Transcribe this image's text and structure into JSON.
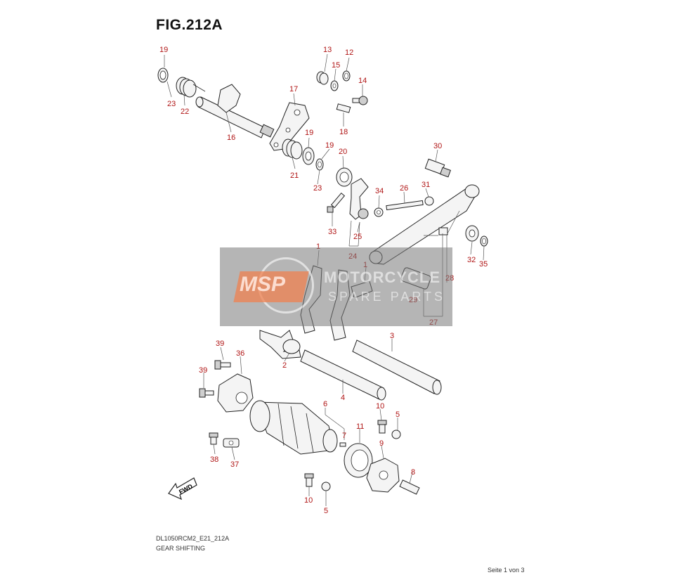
{
  "figure": {
    "title": "FIG.212A",
    "code": "DL1050RCM2_E21_212A",
    "caption": "GEAR SHIFTING",
    "page": "Seite 1 von 3"
  },
  "watermark": {
    "logo_text": "MSP",
    "line1": "MOTORCYCLE",
    "line2": "SPARE PARTS"
  },
  "fwd_label": "FWD",
  "callouts": [
    {
      "id": "c19a",
      "label": "19"
    },
    {
      "id": "c23a",
      "label": "23"
    },
    {
      "id": "c22",
      "label": "22"
    },
    {
      "id": "c16",
      "label": "16"
    },
    {
      "id": "c13",
      "label": "13"
    },
    {
      "id": "c15",
      "label": "15"
    },
    {
      "id": "c12",
      "label": "12"
    },
    {
      "id": "c14",
      "label": "14"
    },
    {
      "id": "c18",
      "label": "18"
    },
    {
      "id": "c17",
      "label": "17"
    },
    {
      "id": "c19b",
      "label": "19"
    },
    {
      "id": "c19c",
      "label": "19"
    },
    {
      "id": "c20",
      "label": "20"
    },
    {
      "id": "c21",
      "label": "21"
    },
    {
      "id": "c23b",
      "label": "23"
    },
    {
      "id": "c30",
      "label": "30"
    },
    {
      "id": "c34",
      "label": "34"
    },
    {
      "id": "c26",
      "label": "26"
    },
    {
      "id": "c31",
      "label": "31"
    },
    {
      "id": "c33",
      "label": "33"
    },
    {
      "id": "c25",
      "label": "25"
    },
    {
      "id": "c24",
      "label": "24"
    },
    {
      "id": "c32",
      "label": "32"
    },
    {
      "id": "c35",
      "label": "35"
    },
    {
      "id": "c28",
      "label": "28"
    },
    {
      "id": "c29",
      "label": "29"
    },
    {
      "id": "c27",
      "label": "27"
    },
    {
      "id": "c1a",
      "label": "1"
    },
    {
      "id": "c1b",
      "label": "1"
    },
    {
      "id": "c2",
      "label": "2"
    },
    {
      "id": "c3",
      "label": "3"
    },
    {
      "id": "c4",
      "label": "4"
    },
    {
      "id": "c39a",
      "label": "39"
    },
    {
      "id": "c36",
      "label": "36"
    },
    {
      "id": "c39b",
      "label": "39"
    },
    {
      "id": "c6",
      "label": "6"
    },
    {
      "id": "c7",
      "label": "7"
    },
    {
      "id": "c10a",
      "label": "10"
    },
    {
      "id": "c5a",
      "label": "5"
    },
    {
      "id": "c11",
      "label": "11"
    },
    {
      "id": "c9",
      "label": "9"
    },
    {
      "id": "c38",
      "label": "38"
    },
    {
      "id": "c37",
      "label": "37"
    },
    {
      "id": "c8",
      "label": "8"
    },
    {
      "id": "c10b",
      "label": "10"
    },
    {
      "id": "c5b",
      "label": "5"
    }
  ]
}
